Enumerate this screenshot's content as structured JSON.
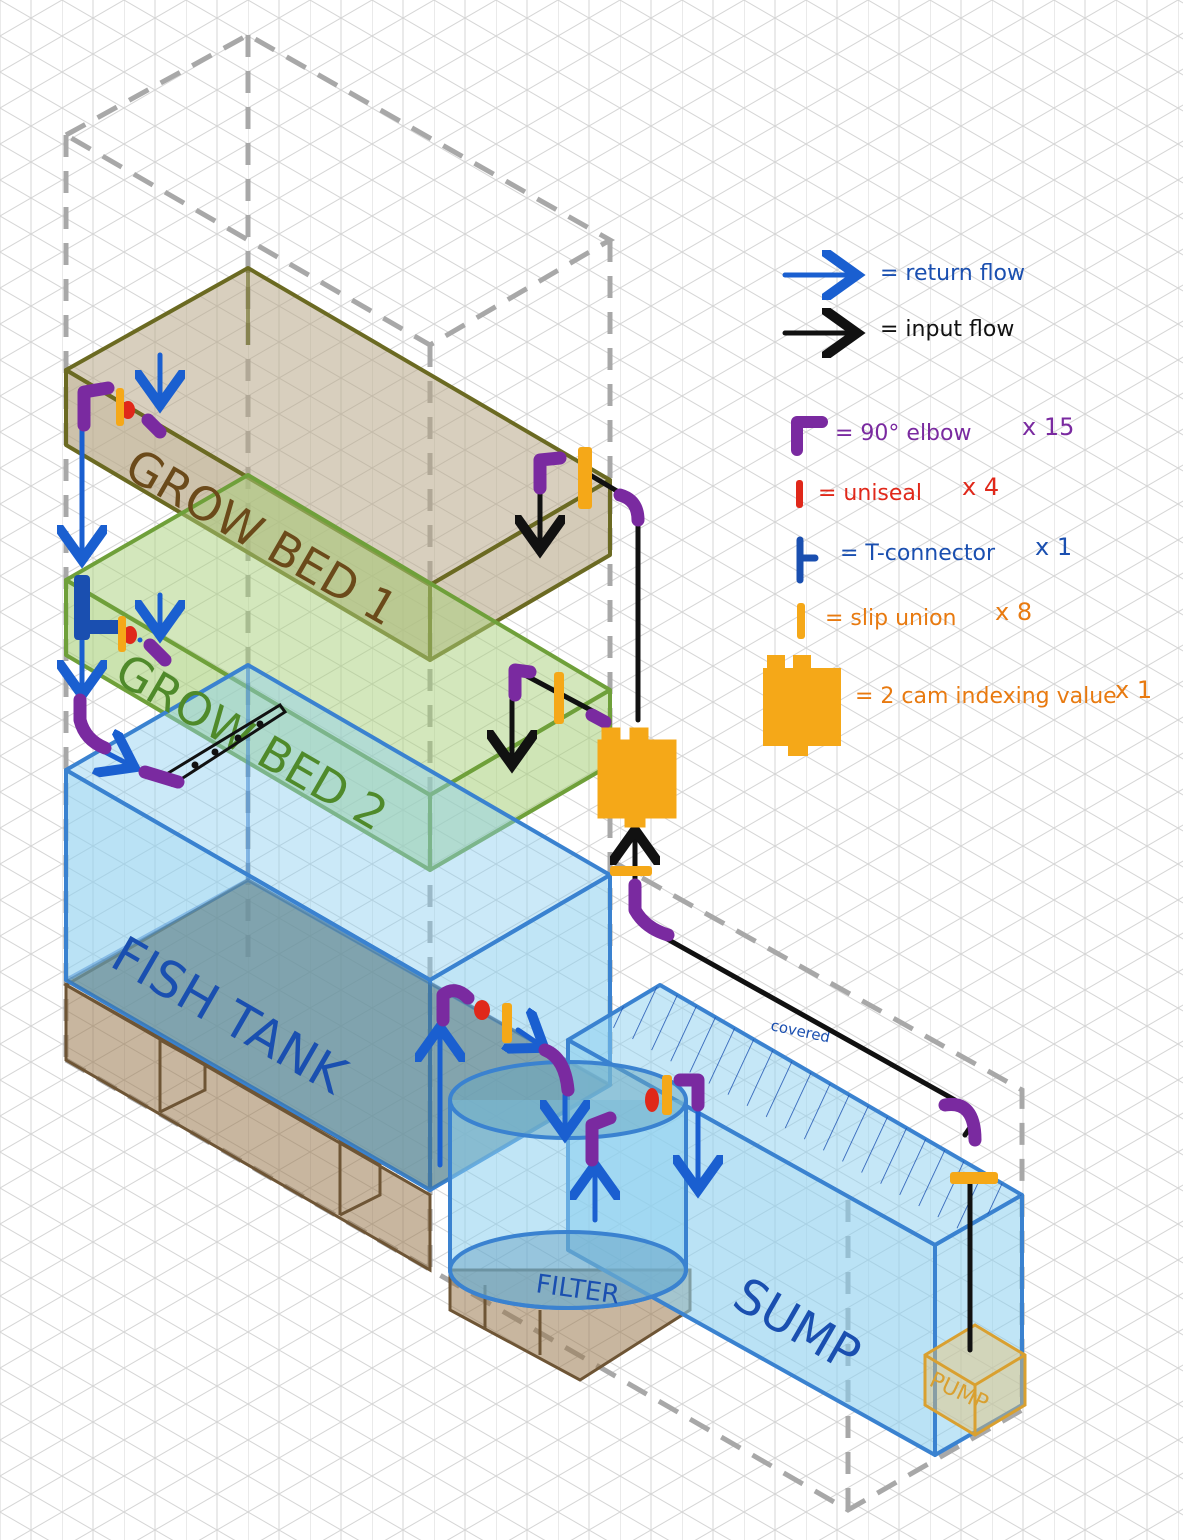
{
  "labels": {
    "grow_bed_1": "GROW BED 1",
    "grow_bed_2": "GROW BED 2",
    "fish_tank": "FISH TANK",
    "filter": "FILTER",
    "sump": "SUMP",
    "pump": "PUMP",
    "covered": "covered"
  },
  "legend": {
    "return_flow": "= return flow",
    "input_flow": "= input flow",
    "elbow": "= 90° elbow",
    "elbow_count": "x 15",
    "uniseal": "= uniseal",
    "uniseal_count": "x 4",
    "t_connector": "= T-connector",
    "t_connector_count": "x 1",
    "slip_union": "= slip union",
    "slip_union_count": "x 8",
    "cam_valve": "= 2 cam indexing value",
    "cam_valve_count": "x 1"
  },
  "colors": {
    "return_flow": "#1a5fd0",
    "input_flow": "#111111",
    "elbow": "#7a2aa0",
    "uniseal": "#e0281a",
    "t_connector": "#1a4fb0",
    "slip_union": "#f5a818",
    "cam_valve": "#f5a818",
    "grow_bed_1": "#8a7a40",
    "grow_bed_2": "#8fc24a",
    "fish_tank": "#5aa8e0",
    "sump": "#5aa8e0",
    "pallet": "#9a7a50"
  }
}
